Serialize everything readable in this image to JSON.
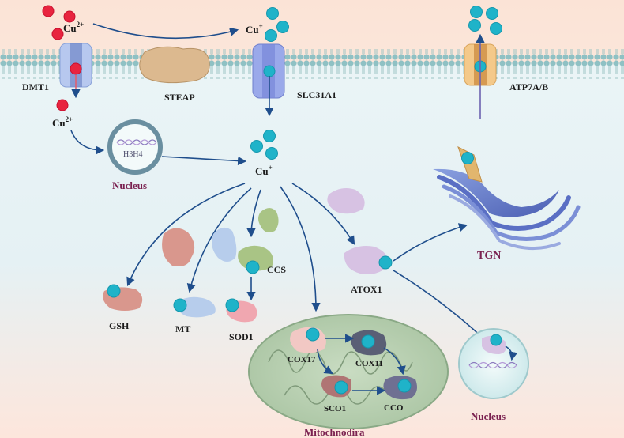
{
  "labels": {
    "cu2_top": "Cu",
    "cu2_top_sup": "2+",
    "cu_plus_top": "Cu",
    "cu_plus_top_sup": "+",
    "dmt1": "DMT1",
    "steap": "STEAP",
    "slc31a1": "SLC31A1",
    "atp7ab": "ATP7A/B",
    "cu2_mid": "Cu",
    "cu2_mid_sup": "2+",
    "h3h4": "H3H4",
    "nucleus_left": "Nucleus",
    "cu_plus_center": "Cu",
    "cu_plus_center_sup": "+",
    "gsh": "GSH",
    "mt": "MT",
    "ccs": "CCS",
    "sod1": "SOD1",
    "atox1": "ATOX1",
    "tgn": "TGN",
    "cox17": "COX17",
    "cox11": "COX11",
    "sco1": "SCO1",
    "cco": "CCO",
    "mitochondria": "Mitochnodira",
    "nucleus_right": "Nucleus"
  },
  "colors": {
    "copper_ion_cu1": "#1fb3c9",
    "copper_ion_cu2": "#e8243f",
    "arrow": "#1f4e8c",
    "nucleus_label": "#7a2150",
    "membrane": "#8fc1c4"
  }
}
